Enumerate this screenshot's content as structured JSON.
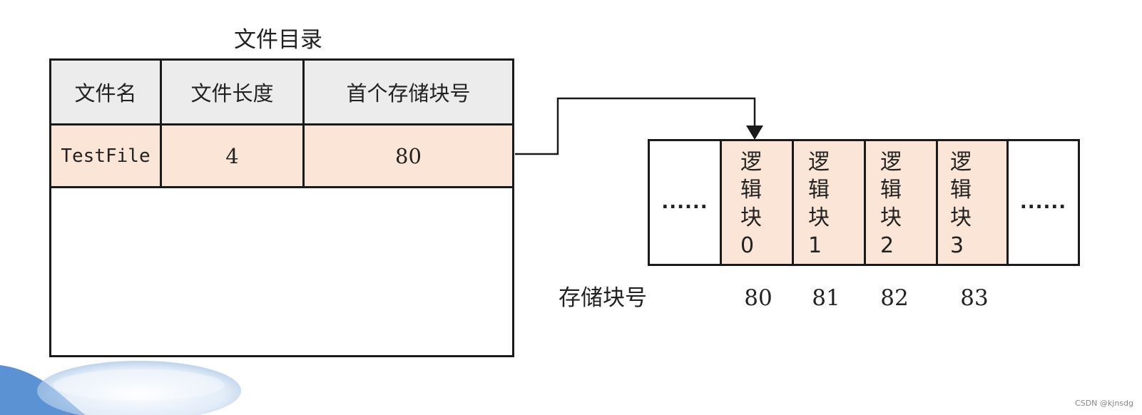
{
  "directory": {
    "title": "文件目录",
    "headers": [
      "文件名",
      "文件长度",
      "首个存储块号"
    ],
    "rows": [
      {
        "name": "TestFile",
        "length": "4",
        "first_block": "80"
      }
    ]
  },
  "storage": {
    "leading_ellipsis": "......",
    "trailing_ellipsis": "......",
    "blocks": [
      {
        "label": "逻\n辑\n块\n0",
        "number": "80"
      },
      {
        "label": "逻\n辑\n块\n1",
        "number": "81"
      },
      {
        "label": "逻\n辑\n块\n2",
        "number": "82"
      },
      {
        "label": "逻\n辑\n块\n3",
        "number": "83"
      }
    ],
    "row_label": "存储块号"
  },
  "watermark": "CSDN @kjnsdg",
  "colors": {
    "header_fill": "#ececec",
    "highlight_fill": "#fae5d6",
    "line": "#1a1a1a"
  }
}
